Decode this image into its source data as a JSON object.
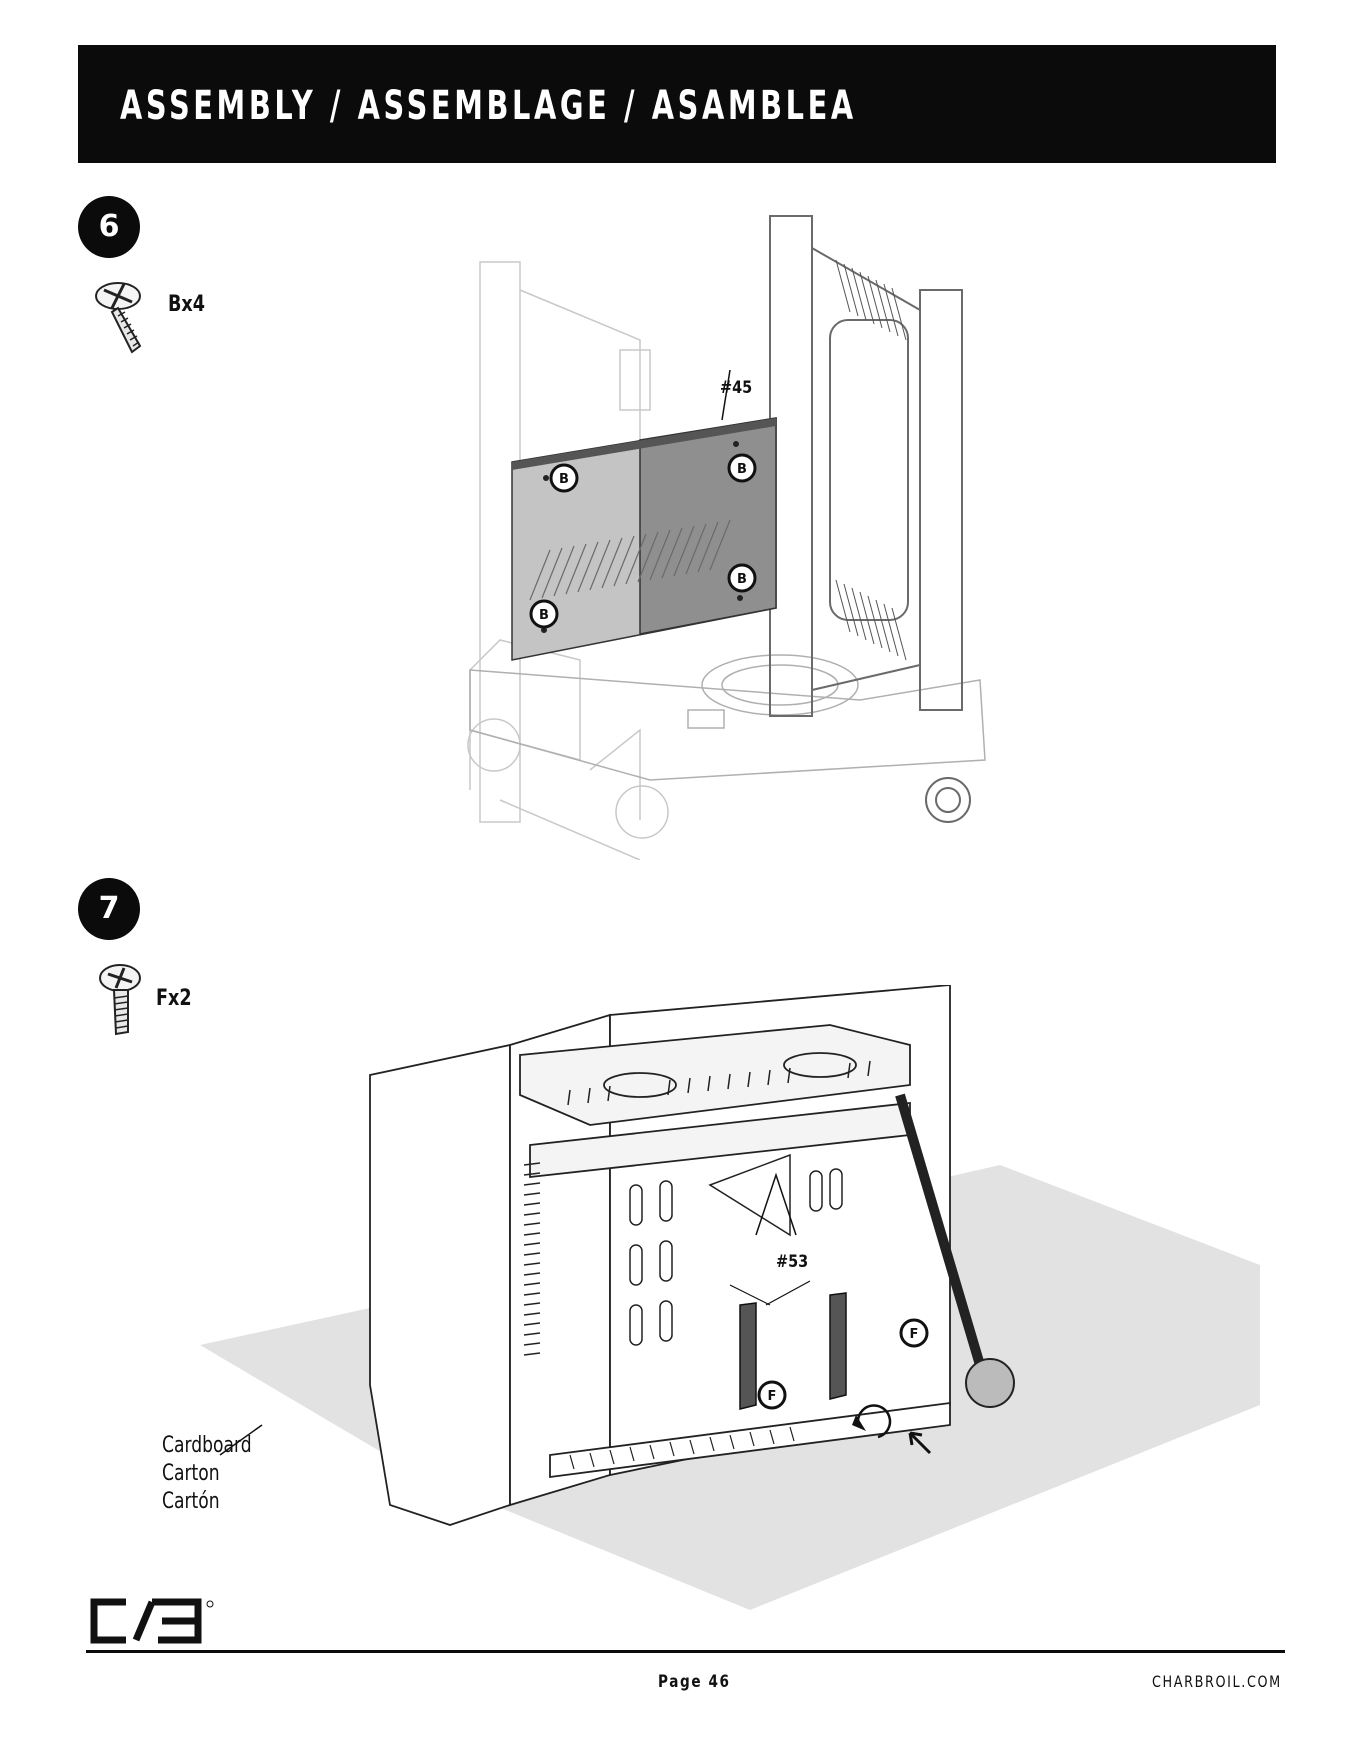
{
  "header": {
    "title": "ASSEMBLY / ASSEMBLAGE / ASAMBLEA"
  },
  "step6": {
    "number": "6",
    "quantity": "Bx4",
    "part_callout": "#45",
    "hardware_marker": "B"
  },
  "step7": {
    "number": "7",
    "quantity": "Fx2",
    "part_callout": "#53",
    "hardware_marker": "F",
    "carton_label": [
      "Cardboard",
      "Carton",
      "Cartón"
    ]
  },
  "footer": {
    "page": "Page 46",
    "website": "CHARBROIL.COM"
  },
  "icons": [
    "screw-b-icon",
    "screw-f-icon",
    "charbroil-logo",
    "rotate-arrow-icon",
    "push-arrow-icon"
  ]
}
